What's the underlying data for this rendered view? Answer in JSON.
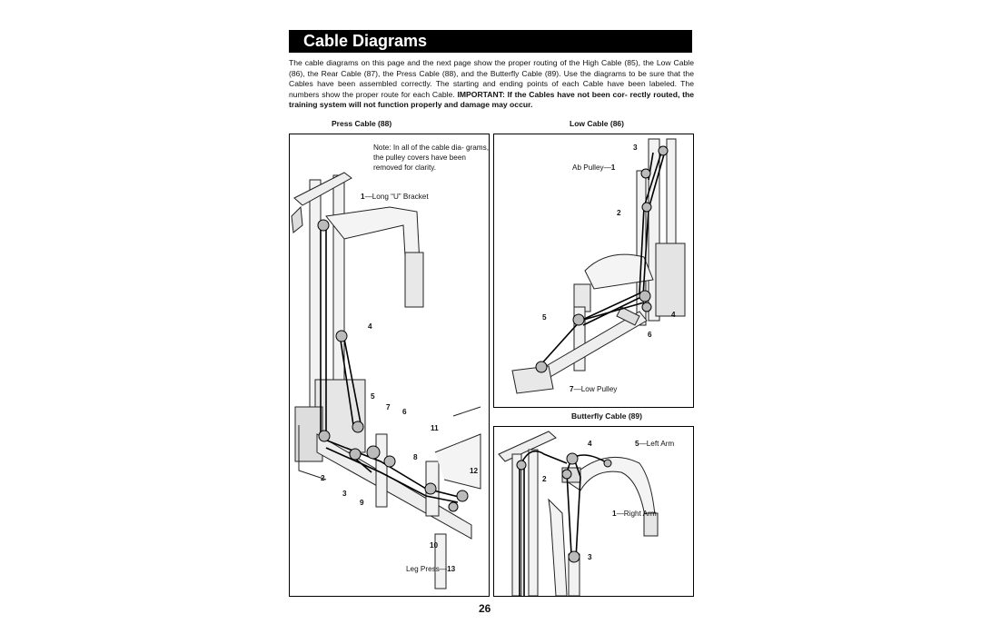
{
  "title": "Cable Diagrams",
  "intro": {
    "text": "The cable diagrams on this page and the next page show the proper routing of the High Cable (85), the Low Cable (86), the Rear Cable (87), the Press Cable (88), and the Butterfly Cable (89). Use the diagrams to be sure that the Cables have been assembled correctly. The starting and ending points of each Cable have been labeled. The numbers show the proper route for each Cable. ",
    "important": "IMPORTANT: If the Cables have not been cor- rectly routed, the training system will not function properly and damage may occur."
  },
  "press_cable": {
    "caption": "Press Cable (88)",
    "note": "Note: In all of the cable dia- grams, the pulley covers have been removed for clarity.",
    "label_1": "1",
    "label_1_text": "—Long “U” Bracket",
    "n2": "2",
    "n3": "3",
    "n4": "4",
    "n5": "5",
    "n6": "6",
    "n7": "7",
    "n8": "8",
    "n9": "9",
    "n10": "10",
    "n11": "11",
    "n12": "12",
    "leg_press_text": "Leg Press—",
    "n13": "13"
  },
  "low_cable": {
    "caption": "Low Cable (86)",
    "n3": "3",
    "ab_pulley_text": "Ab Pulley—",
    "n1": "1",
    "n2": "2",
    "n4": "4",
    "n5": "5",
    "n6": "6",
    "n7": "7",
    "low_pulley_text": "—Low Pulley"
  },
  "butterfly_cable": {
    "caption": "Butterfly Cable (89)",
    "n4": "4",
    "n5": "5",
    "left_arm_text": "—Left Arm",
    "n2": "2",
    "n1": "1",
    "right_arm_text": "—Right Arm",
    "n3": "3"
  },
  "page_number": "26"
}
